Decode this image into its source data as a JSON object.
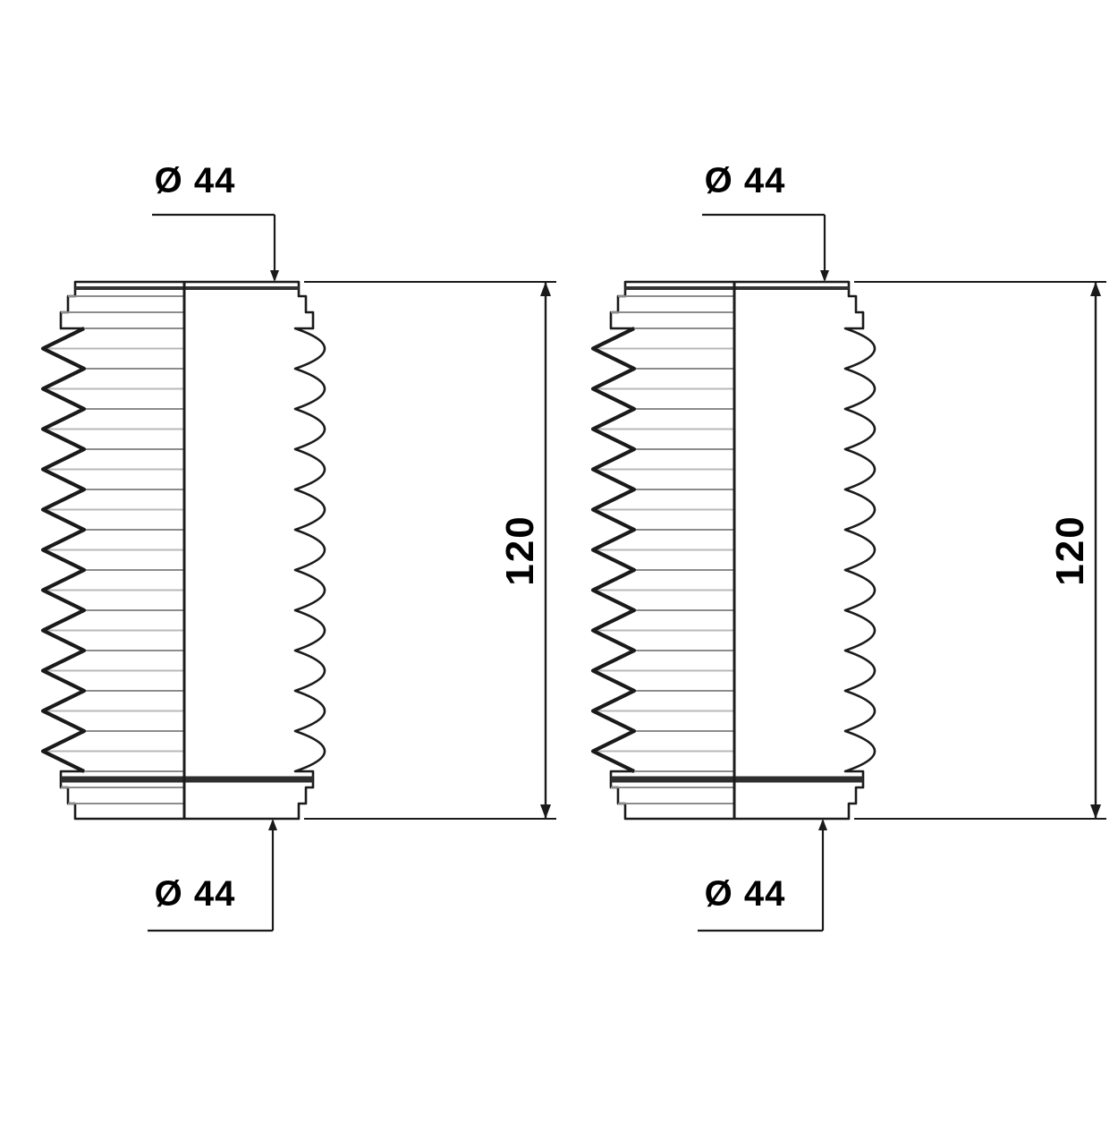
{
  "page": {
    "background": "#ffffff",
    "description": "Technical dimensional drawing of two identical corrugated bellows boots"
  },
  "style": {
    "line_color": "#1a1a1a",
    "shading_dark": "#8c8c8c",
    "shading_light": "#b8b8b8"
  },
  "dimensions": {
    "diameter_mm": 44,
    "length_mm": 120
  },
  "drawings": [
    {
      "name": "bellows-left",
      "top_diameter_label": "Ø 44",
      "bottom_diameter_label": "Ø 44",
      "length_label": "120"
    },
    {
      "name": "bellows-right",
      "top_diameter_label": "Ø 44",
      "bottom_diameter_label": "Ø 44",
      "length_label": "120"
    }
  ]
}
